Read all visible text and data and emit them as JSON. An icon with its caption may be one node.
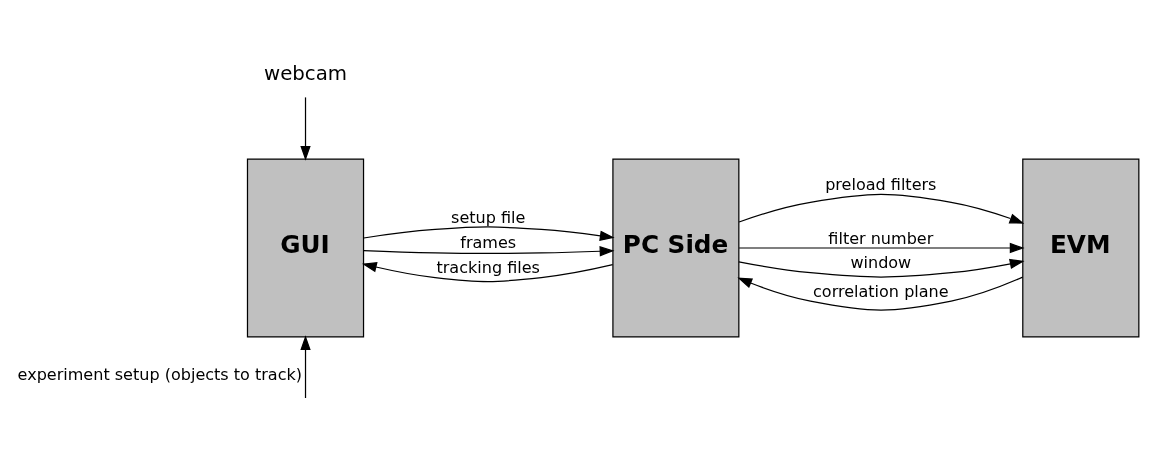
{
  "diagram": {
    "nodes": [
      {
        "text": [
          "webcam"
        ]
      },
      {
        "text": [
          "GUI"
        ]
      },
      {
        "text": [
          "PC Side"
        ]
      },
      {
        "text": [
          "EVM"
        ]
      }
    ],
    "edges": [
      {
        "from": 0,
        "to": 1,
        "arrow": "to"
      },
      {
        "from": 1,
        "to": 2,
        "arrow": "to",
        "label": "setup file"
      },
      {
        "from": 1,
        "to": 2,
        "arrow": "to",
        "label": "frames"
      },
      {
        "from": 2,
        "to": 1,
        "arrow": "to",
        "label": "tracking files"
      },
      {
        "from": 2,
        "to": 3,
        "arrow": "to",
        "label": "preload filters"
      },
      {
        "from": 2,
        "to": 3,
        "arrow": "to",
        "label": "filter number"
      },
      {
        "from": 2,
        "to": 3,
        "arrow": "to",
        "label": "window"
      },
      {
        "from": 3,
        "to": 2,
        "arrow": "to",
        "label": "correlation plane"
      },
      {
        "from": null,
        "to": 1,
        "arrow": "to",
        "label": "experiment setup (objects to track)"
      }
    ]
  }
}
